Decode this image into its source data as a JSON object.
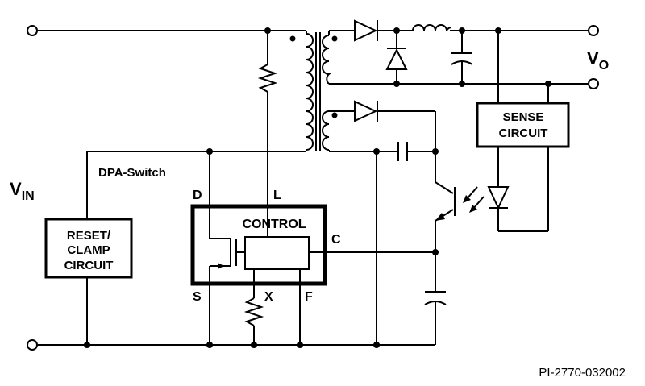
{
  "labels": {
    "vin_main": "V",
    "vin_sub": "IN",
    "vo_main": "V",
    "vo_sub": "O",
    "dpa_switch": "DPA-Switch",
    "pin_d": "D",
    "pin_l": "L",
    "pin_c": "C",
    "pin_s": "S",
    "pin_x": "X",
    "pin_f": "F",
    "control": "CONTROL",
    "reset_line1": "RESET/",
    "reset_line2": "CLAMP",
    "reset_line3": "CIRCUIT",
    "sense_line1": "SENSE",
    "sense_line2": "CIRCUIT",
    "part_number": "PI-2770-032002"
  },
  "colors": {
    "ink": "#000000",
    "background": "#ffffff"
  },
  "icons": [
    "transformer-icon",
    "diode-icon",
    "inductor-icon",
    "capacitor-icon",
    "resistor-icon",
    "optocoupler-icon",
    "mosfet-icon"
  ]
}
